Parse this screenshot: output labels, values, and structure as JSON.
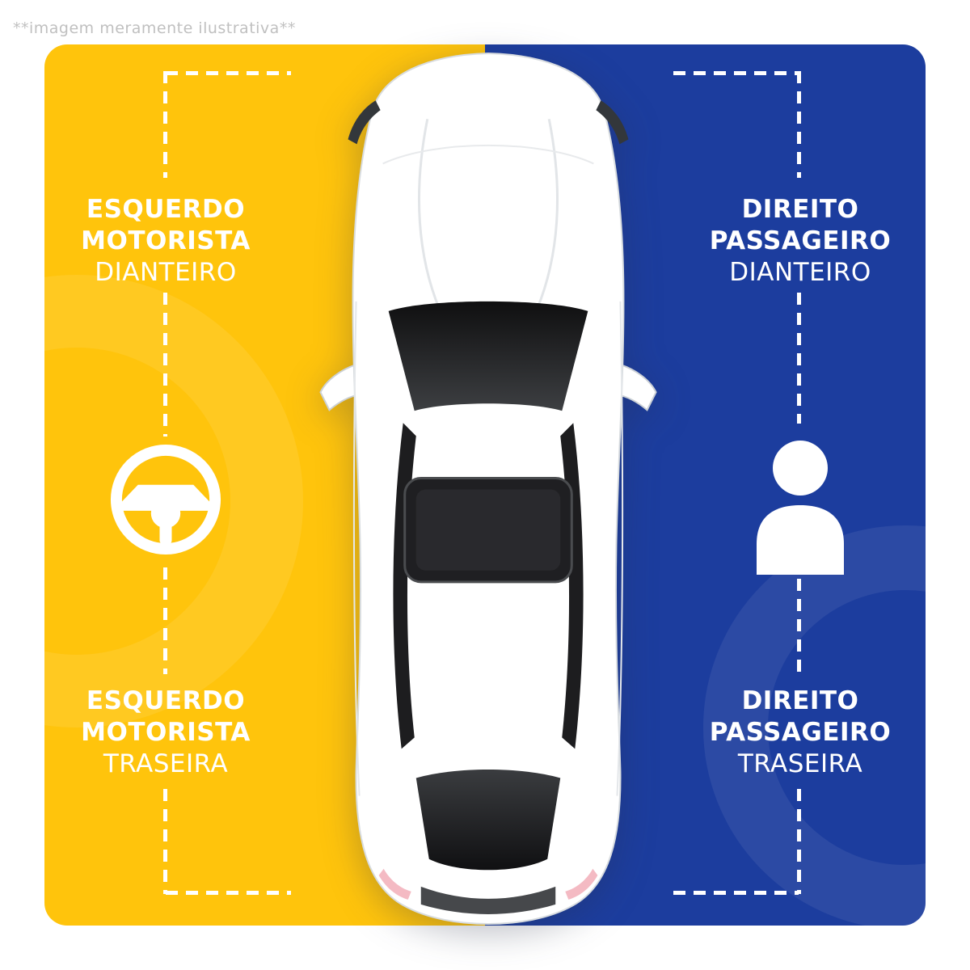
{
  "disclaimer": "**imagem meramente ilustrativa**",
  "colors": {
    "yellow": "#FFC40C",
    "blue": "#1C3D9E",
    "white": "#FFFFFF",
    "text_gray": "#C0C0C0"
  },
  "labels": {
    "front_left": {
      "line1": "ESQUERDO",
      "line2": "MOTORISTA",
      "line3": "DIANTEIRO"
    },
    "front_right": {
      "line1": "DIREITO",
      "line2": "PASSAGEIRO",
      "line3": "DIANTEIRO"
    },
    "rear_left": {
      "line1": "ESQUERDO",
      "line2": "MOTORISTA",
      "line3": "TRASEIRA"
    },
    "rear_right": {
      "line1": "DIREITO",
      "line2": "PASSAGEIRO",
      "line3": "TRASEIRA"
    }
  },
  "icons": {
    "left": "steering-wheel-icon",
    "right": "passenger-icon"
  }
}
